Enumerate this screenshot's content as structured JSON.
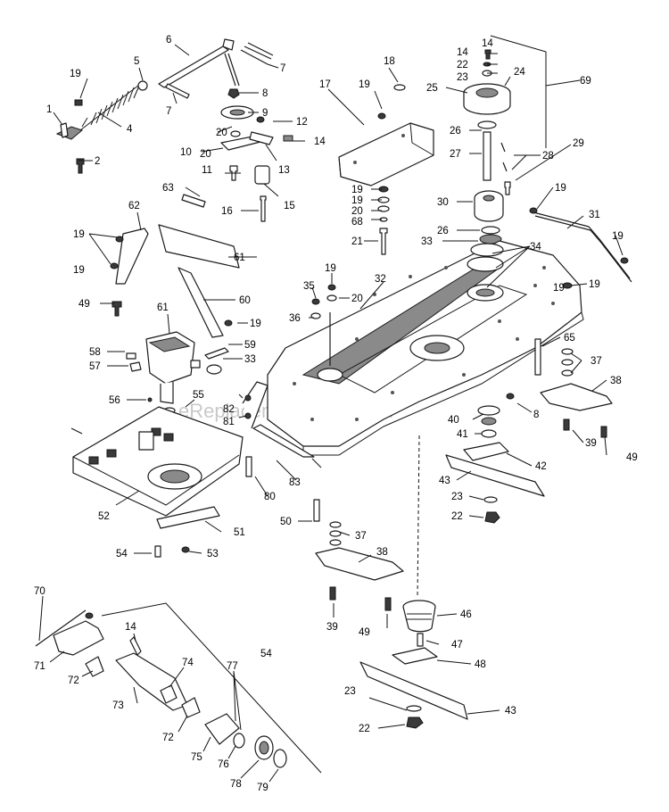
{
  "watermark": "eReplacementParts.com",
  "callouts": [
    {
      "id": "c1",
      "text": "1"
    },
    {
      "id": "c2",
      "text": "2"
    },
    {
      "id": "c3",
      "text": "4"
    },
    {
      "id": "c4",
      "text": "5"
    },
    {
      "id": "c5",
      "text": "6"
    },
    {
      "id": "c6",
      "text": "7"
    },
    {
      "id": "c7",
      "text": "7"
    },
    {
      "id": "c8",
      "text": "8"
    },
    {
      "id": "c9",
      "text": "9"
    },
    {
      "id": "c10",
      "text": "10"
    },
    {
      "id": "c11",
      "text": "11"
    },
    {
      "id": "c12",
      "text": "12"
    },
    {
      "id": "c13",
      "text": "13"
    },
    {
      "id": "c14",
      "text": "14"
    },
    {
      "id": "c15",
      "text": "15"
    },
    {
      "id": "c16",
      "text": "16"
    },
    {
      "id": "c17",
      "text": "17"
    },
    {
      "id": "c18",
      "text": "18"
    },
    {
      "id": "c19",
      "text": "19"
    },
    {
      "id": "c20",
      "text": "19"
    },
    {
      "id": "c21",
      "text": "19"
    },
    {
      "id": "c22",
      "text": "19"
    },
    {
      "id": "c23",
      "text": "20"
    },
    {
      "id": "c24",
      "text": "20"
    },
    {
      "id": "c25",
      "text": "21"
    },
    {
      "id": "c26",
      "text": "68"
    },
    {
      "id": "c27",
      "text": "63"
    },
    {
      "id": "c28",
      "text": "62"
    },
    {
      "id": "c29",
      "text": "19"
    },
    {
      "id": "c30",
      "text": "61"
    },
    {
      "id": "c31",
      "text": "49"
    },
    {
      "id": "c32",
      "text": "60"
    },
    {
      "id": "c33",
      "text": "19"
    },
    {
      "id": "c34",
      "text": "61"
    },
    {
      "id": "c35",
      "text": "58"
    },
    {
      "id": "c36",
      "text": "57"
    },
    {
      "id": "c37",
      "text": "59"
    },
    {
      "id": "c38",
      "text": "33"
    },
    {
      "id": "c39",
      "text": "56"
    },
    {
      "id": "c40",
      "text": "55"
    },
    {
      "id": "c41",
      "text": "82"
    },
    {
      "id": "c42",
      "text": "81"
    },
    {
      "id": "c43",
      "text": "35"
    },
    {
      "id": "c44",
      "text": "36"
    },
    {
      "id": "c45",
      "text": "19"
    },
    {
      "id": "c46",
      "text": "20"
    },
    {
      "id": "c47",
      "text": "32"
    },
    {
      "id": "c48",
      "text": "14"
    },
    {
      "id": "c49",
      "text": "22"
    },
    {
      "id": "c50",
      "text": "23"
    },
    {
      "id": "c51",
      "text": "24"
    },
    {
      "id": "c52",
      "text": "25"
    },
    {
      "id": "c53",
      "text": "69"
    },
    {
      "id": "c54",
      "text": "26"
    },
    {
      "id": "c55",
      "text": "27"
    },
    {
      "id": "c56",
      "text": "28"
    },
    {
      "id": "c57",
      "text": "29"
    },
    {
      "id": "c58",
      "text": "30"
    },
    {
      "id": "c59",
      "text": "26"
    },
    {
      "id": "c60",
      "text": "33"
    },
    {
      "id": "c61",
      "text": "34"
    },
    {
      "id": "c62",
      "text": "19"
    },
    {
      "id": "c63",
      "text": "31"
    },
    {
      "id": "c64",
      "text": "19"
    },
    {
      "id": "c65",
      "text": "19"
    },
    {
      "id": "c66",
      "text": "65"
    },
    {
      "id": "c67",
      "text": "37"
    },
    {
      "id": "c68",
      "text": "38"
    },
    {
      "id": "c69",
      "text": "40"
    },
    {
      "id": "c70",
      "text": "8"
    },
    {
      "id": "c71",
      "text": "41"
    },
    {
      "id": "c72",
      "text": "39"
    },
    {
      "id": "c73",
      "text": "49"
    },
    {
      "id": "c74",
      "text": "42"
    },
    {
      "id": "c75",
      "text": "43"
    },
    {
      "id": "c76",
      "text": "23"
    },
    {
      "id": "c77",
      "text": "22"
    },
    {
      "id": "c78",
      "text": "52"
    },
    {
      "id": "c79",
      "text": "51"
    },
    {
      "id": "c80",
      "text": "80"
    },
    {
      "id": "c81",
      "text": "83"
    },
    {
      "id": "c82",
      "text": "50"
    },
    {
      "id": "c83",
      "text": "37"
    },
    {
      "id": "c84",
      "text": "54"
    },
    {
      "id": "c85",
      "text": "53"
    },
    {
      "id": "c86",
      "text": "38"
    },
    {
      "id": "c87",
      "text": "39"
    },
    {
      "id": "c88",
      "text": "49"
    },
    {
      "id": "c89",
      "text": "46"
    },
    {
      "id": "c90",
      "text": "47"
    },
    {
      "id": "c91",
      "text": "48"
    },
    {
      "id": "c92",
      "text": "23"
    },
    {
      "id": "c93",
      "text": "43"
    },
    {
      "id": "c94",
      "text": "22"
    },
    {
      "id": "c95",
      "text": "70"
    },
    {
      "id": "c96",
      "text": "71"
    },
    {
      "id": "c97",
      "text": "14"
    },
    {
      "id": "c98",
      "text": "54"
    },
    {
      "id": "c99",
      "text": "72"
    },
    {
      "id": "c100",
      "text": "74"
    },
    {
      "id": "c101",
      "text": "73"
    },
    {
      "id": "c102",
      "text": "77"
    },
    {
      "id": "c103",
      "text": "72"
    },
    {
      "id": "c104",
      "text": "75"
    },
    {
      "id": "c105",
      "text": "76"
    },
    {
      "id": "c106",
      "text": "78"
    },
    {
      "id": "c107",
      "text": "79"
    },
    {
      "id": "c108",
      "text": "20"
    },
    {
      "id": "c109",
      "text": "19"
    },
    {
      "id": "c110",
      "text": "19"
    },
    {
      "id": "c111",
      "text": "14"
    }
  ]
}
